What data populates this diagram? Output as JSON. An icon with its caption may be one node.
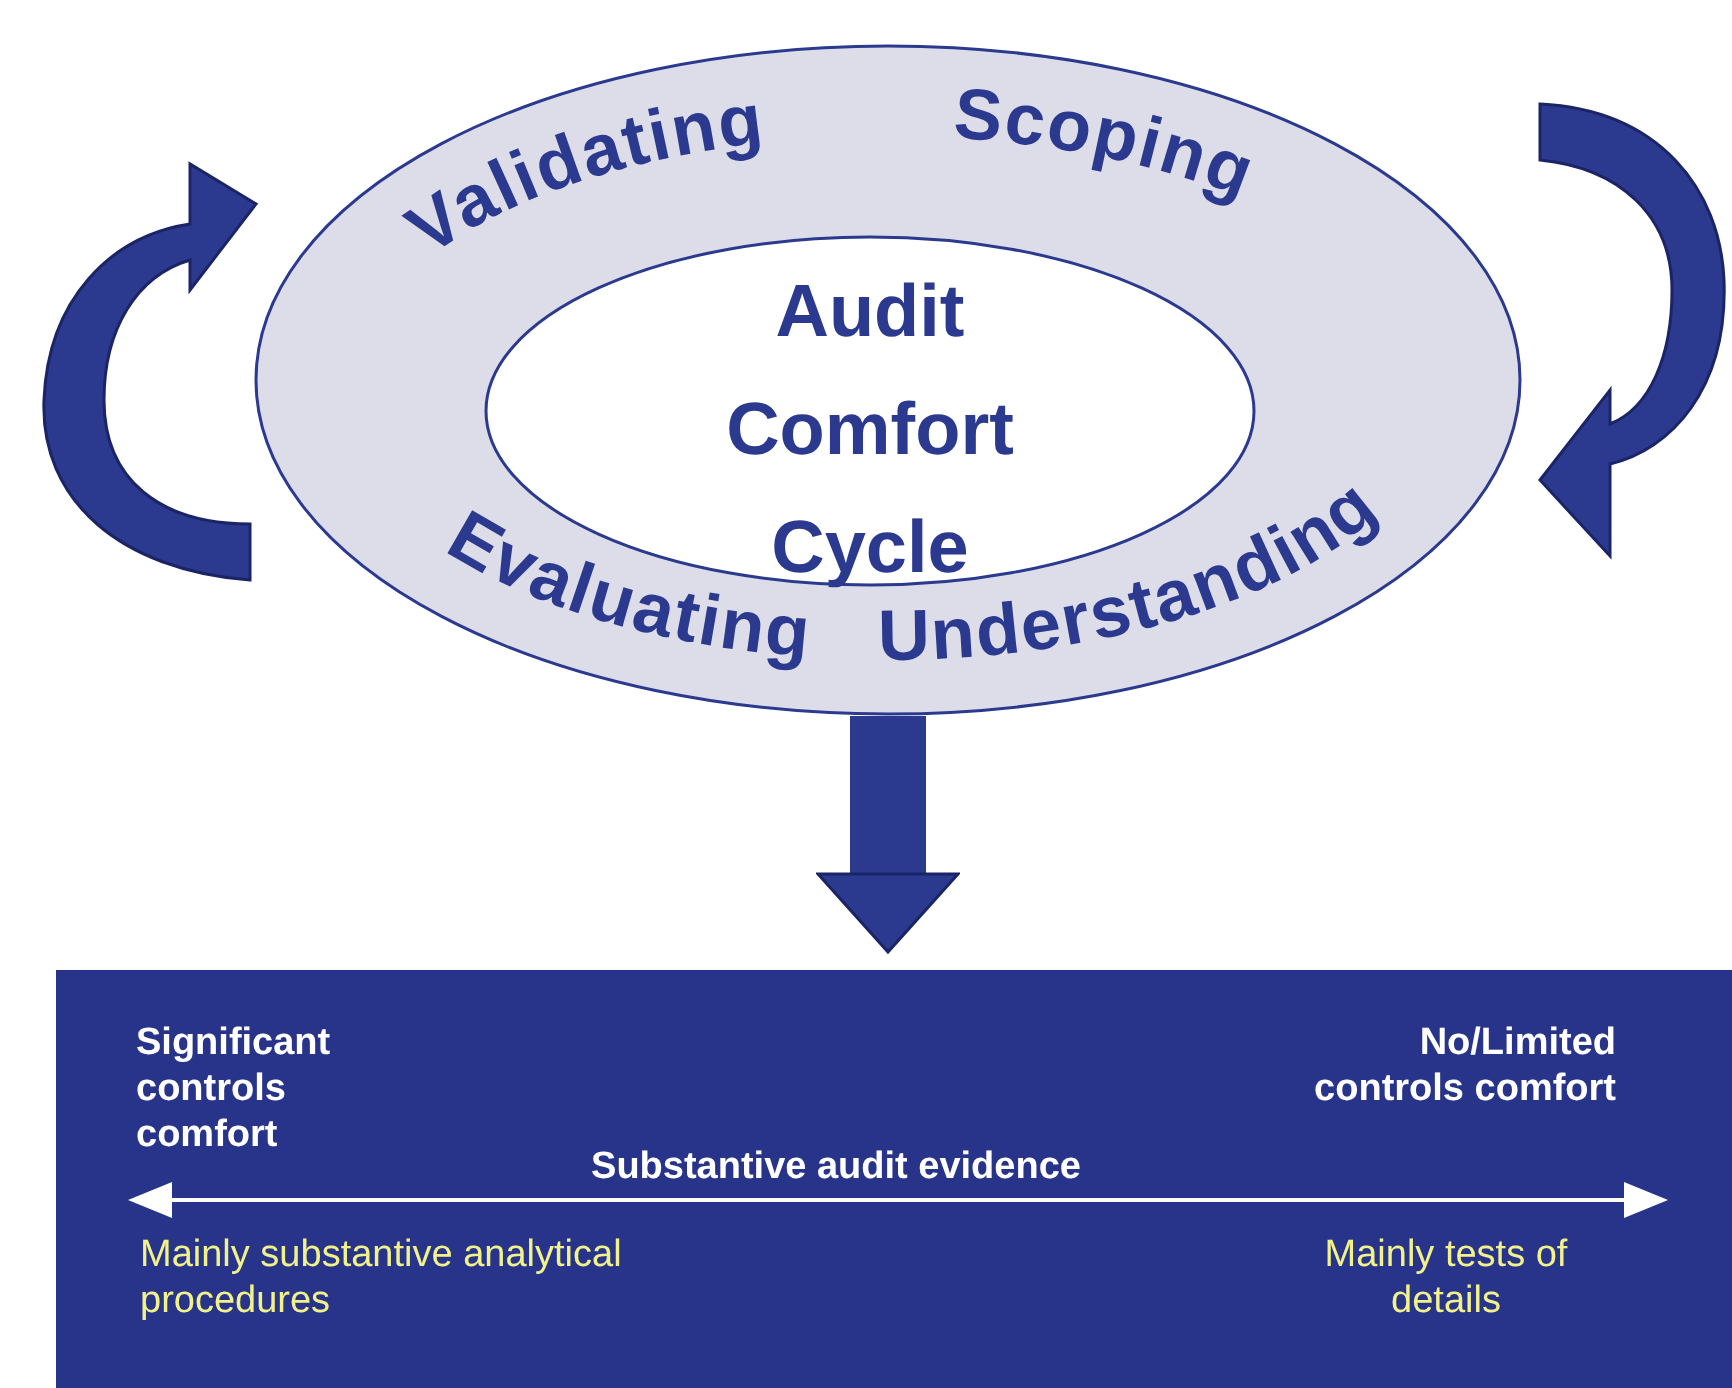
{
  "diagram": {
    "nodes": [
      {
        "text": [
          "Validating",
          "Scoping",
          "Evaluating",
          "Understanding"
        ]
      },
      {
        "text": [
          "Audit Comfort Cycle"
        ],
        "in": 0
      },
      {
        "text": [
          "Significant controls comfort",
          "No/Limited controls comfort",
          "Substantive audit evidence",
          "Mainly substantive analytical procedures",
          "Mainly tests of details"
        ]
      }
    ],
    "edges": [
      {
        "from": 0,
        "to": 2,
        "arrow": "to"
      }
    ]
  }
}
